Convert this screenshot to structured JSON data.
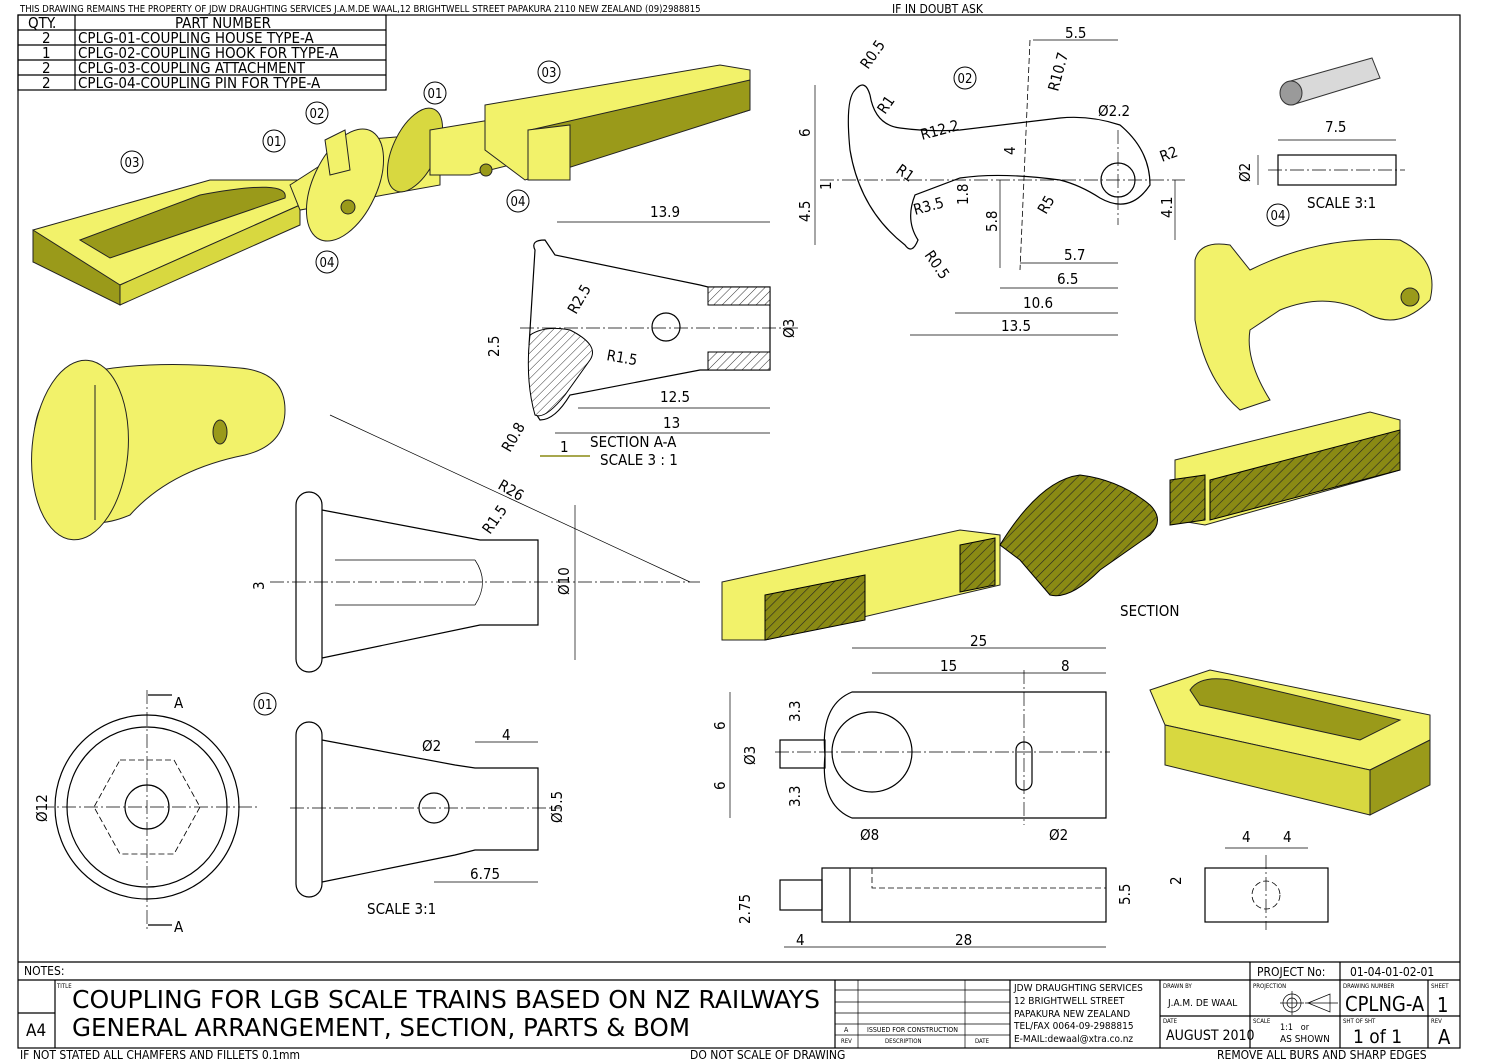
{
  "header": {
    "property_notice": "THIS DRAWING REMAINS THE PROPERTY OF JDW DRAUGHTING SERVICES J.A.M.DE WAAL,12 BRIGHTWELL STREET PAPAKURA 2110 NEW ZEALAND (09)2988815",
    "doubt_notice": "IF IN DOUBT ASK"
  },
  "bom": {
    "headers": {
      "qty": "QTY.",
      "part": "PART NUMBER"
    },
    "rows": [
      {
        "qty": "2",
        "part": "CPLG-01-COUPLING HOUSE TYPE-A"
      },
      {
        "qty": "1",
        "part": "CPLG-02-COUPLING HOOK FOR TYPE-A"
      },
      {
        "qty": "2",
        "part": "CPLG-03-COUPLING ATTACHMENT"
      },
      {
        "qty": "2",
        "part": "CPLG-04-COUPLING PIN FOR TYPE-A"
      }
    ]
  },
  "balloons": [
    "03",
    "02",
    "01",
    "01",
    "03",
    "04",
    "04",
    "02",
    "04",
    "01"
  ],
  "dims": [
    "5.5",
    "R0.5",
    "R10.7",
    "Ø2.2",
    "R1",
    "R12.2",
    "4",
    "6",
    "R1",
    "R2",
    "1",
    "R3.5",
    "1.8",
    "R5",
    "4.5",
    "5.8",
    "4.1",
    "R0.5",
    "5.7",
    "6.5",
    "10.6",
    "13.5",
    "7.5",
    "Ø2",
    "SCALE 3:1",
    "13.9",
    "R2.5",
    "Ø3",
    "2.5",
    "R1.5",
    "12.5",
    "13",
    "R0.8",
    "1",
    "SECTION A-A",
    "SCALE 3 : 1",
    "R26",
    "R1.5",
    "3",
    "Ø10",
    "A",
    "A",
    "Ø12",
    "Ø2",
    "4",
    "Ø5.5",
    "6.75",
    "SCALE 3:1",
    "25",
    "15",
    "8",
    "6",
    "3.3",
    "Ø3",
    "6",
    "3.3",
    "Ø8",
    "Ø2",
    "5.5",
    "2.75",
    "4",
    "28",
    "4",
    "4",
    "2",
    "SECTION"
  ],
  "title_block": {
    "notes_label": "NOTES:",
    "title_label": "TITLE",
    "title_line1": "COUPLING FOR LGB SCALE TRAINS BASED ON NZ RAILWAYS",
    "title_line2": "GENERAL ARRANGEMENT, SECTION, PARTS & BOM",
    "size": "A4",
    "revisions": [
      {
        "rev": "A",
        "description": "ISSUED FOR CONSTRUCTION",
        "date": ""
      }
    ],
    "rev_headers": {
      "rev": "REV",
      "description": "DESCRIPTION",
      "date": "DATE"
    },
    "company": [
      "JDW DRAUGHTING SERVICES",
      "12 BRIGHTWELL STREET",
      "PAPAKURA NEW ZEALAND",
      "TEL/FAX 0064-09-2988815",
      "E-MAIL:dewaal@xtra.co.nz"
    ],
    "drawn_by_label": "DRAWN BY",
    "drawn_by": "J.A.M. DE WAAL",
    "date_label": "DATE",
    "date": "AUGUST 2010",
    "projection_label": "PROJECTION",
    "scale_label": "SCALE",
    "scale_1": "1:1   or",
    "scale_2": "AS SHOWN",
    "project_no_label": "PROJECT No:",
    "project_no": "01-04-01-02-01",
    "drawing_number_label": "DRAWING NUMBER",
    "drawing_number": "CPLNG-A",
    "sheet_label": "SHEET",
    "sheet": "1",
    "sht_of_sht_label": "SHT OF SHT",
    "sht_of_sht": "1 of 1",
    "rev_label": "REV",
    "rev": "A"
  },
  "footer": {
    "left": "IF NOT STATED ALL CHAMFERS AND FILLETS 0.1mm",
    "center": "DO NOT SCALE OF DRAWING",
    "right": "REMOVE ALL BURS AND SHARP EDGES"
  }
}
